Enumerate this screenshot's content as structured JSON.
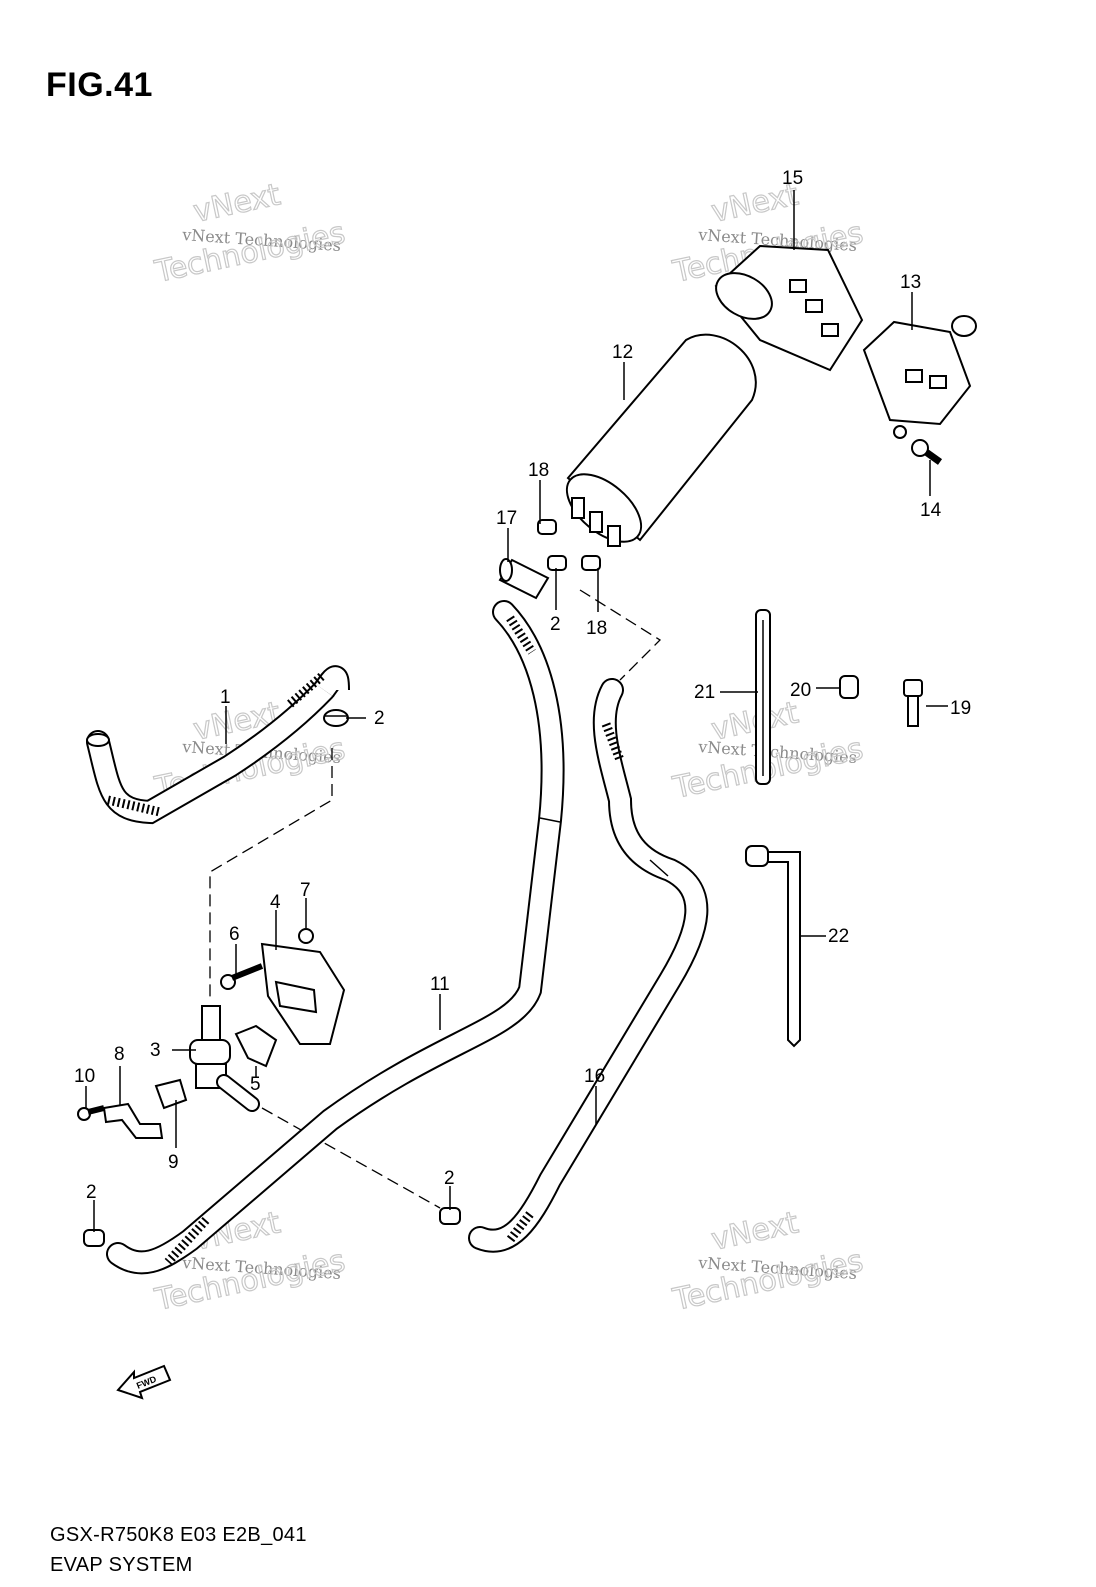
{
  "figure": {
    "title": "FIG.41"
  },
  "footer": {
    "model_code": "GSX-R750K8 E03 E2B_041",
    "section_name": "EVAP SYSTEM"
  },
  "fwd_arrow": {
    "label": "FWD",
    "icon": "fwd-arrow-icon"
  },
  "watermark": {
    "line1": "vNext Technologies",
    "line2": "vNext",
    "line3": "Technologies"
  },
  "callouts": {
    "p1": "1",
    "p2a": "2",
    "p2b": "2",
    "p2c": "2",
    "p2d": "2",
    "p3": "3",
    "p4": "4",
    "p5": "5",
    "p6": "6",
    "p7": "7",
    "p8": "8",
    "p9": "9",
    "p10": "10",
    "p11": "11",
    "p12": "12",
    "p13": "13",
    "p14": "14",
    "p15": "15",
    "p16": "16",
    "p17": "17",
    "p18a": "18",
    "p18b": "18",
    "p19": "19",
    "p20": "20",
    "p21": "21",
    "p22": "22"
  }
}
